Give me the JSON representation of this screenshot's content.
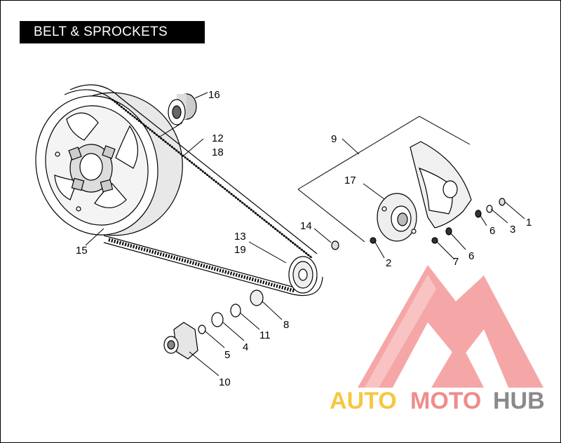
{
  "title": "BELT & SPROCKETS",
  "callouts": [
    "1",
    "2",
    "3",
    "4",
    "5",
    "6",
    "6",
    "7",
    "8",
    "9",
    "10",
    "11",
    "12",
    "18",
    "13",
    "19",
    "14",
    "15",
    "16",
    "17"
  ],
  "logo": {
    "part1": "AUTO",
    "part2": "MOTO",
    "part3": "HUB",
    "colors": {
      "auto": "#f5c842",
      "moto": "#f08c8c",
      "hub": "#8a8a8a",
      "mark": "#f06a6a"
    }
  }
}
